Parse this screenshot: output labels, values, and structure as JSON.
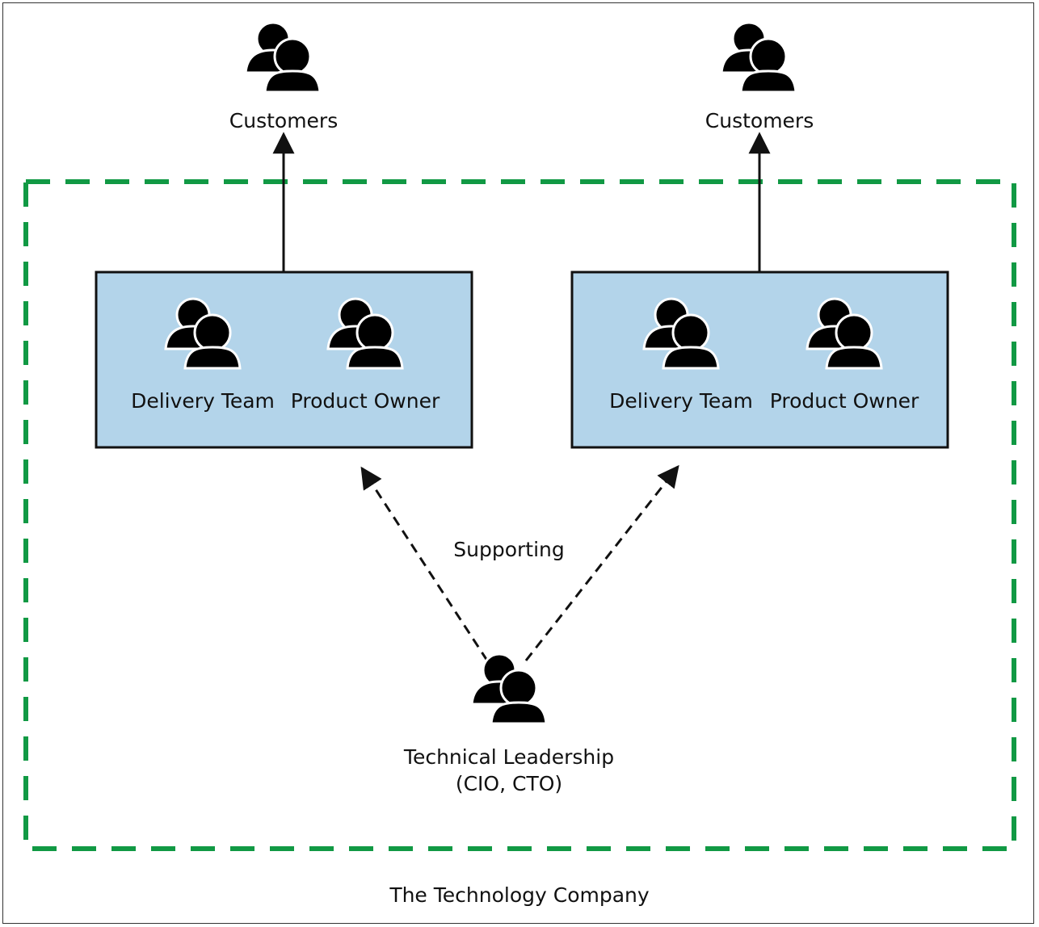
{
  "diagram": {
    "top_left_label": "Customers",
    "top_right_label": "Customers",
    "left_box": {
      "member_1": "Delivery Team",
      "member_2": "Product Owner"
    },
    "right_box": {
      "member_1": "Delivery Team",
      "member_2": "Product Owner"
    },
    "support_label": "Supporting",
    "leadership_line1": "Technical Leadership",
    "leadership_line2": "(CIO, CTO)",
    "company_label": "The Technology Company",
    "icons": [
      "people-icon"
    ],
    "colors": {
      "boundary": "#119944",
      "box_fill": "#b3d4ea",
      "box_stroke": "#111111"
    }
  }
}
